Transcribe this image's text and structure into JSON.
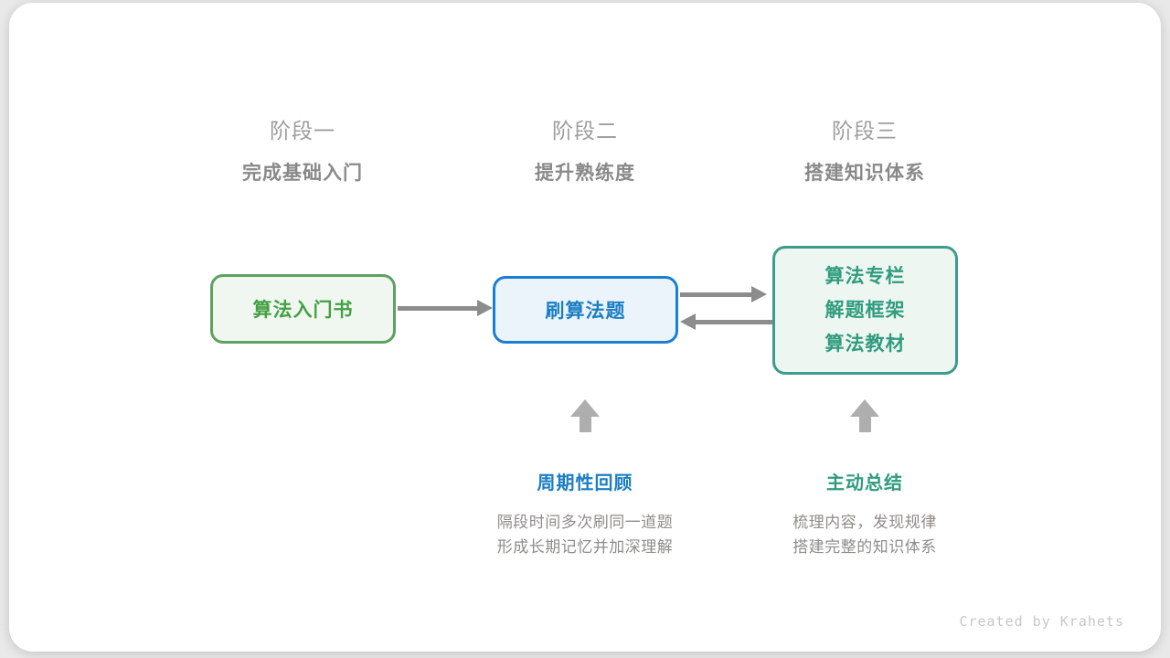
{
  "stages": [
    {
      "title": "阶段一",
      "subtitle": "完成基础入门"
    },
    {
      "title": "阶段二",
      "subtitle": "提升熟练度"
    },
    {
      "title": "阶段三",
      "subtitle": "搭建知识体系"
    }
  ],
  "nodes": {
    "intro_book": {
      "label": "算法入门书"
    },
    "practice": {
      "label": "刷算法题"
    },
    "knowledge": {
      "lines": [
        "算法专栏",
        "解题框架",
        "算法教材"
      ]
    }
  },
  "annotations": [
    {
      "label": "周期性回顾",
      "line1": "隔段时间多次刷同一道题",
      "line2": "形成长期记忆并加深理解"
    },
    {
      "label": "主动总结",
      "line1": "梳理内容，发现规律",
      "line2": "搭建完整的知识体系"
    }
  ],
  "credit": "Created by Krahets",
  "colors": {
    "green_border": "#5fa15f",
    "green_text": "#44a044",
    "green_fill": "#f0f7f0",
    "blue_border": "#1b7fd1",
    "blue_text": "#1b7ec4",
    "blue_fill": "#ebf4fb",
    "teal_border": "#3f9b8a",
    "teal_text": "#2f9c7e",
    "teal_fill": "#eef6f2",
    "arrow_gray": "#8c8c8c",
    "up_arrow_gray": "#aeaeae",
    "header_gray": "#9d9d9d",
    "subtitle_gray": "#898989",
    "desc_gray": "#8f8c89",
    "credit_gray": "#c7c7c7",
    "card_bg": "#ffffff",
    "page_bg": "#e9e9e9"
  }
}
